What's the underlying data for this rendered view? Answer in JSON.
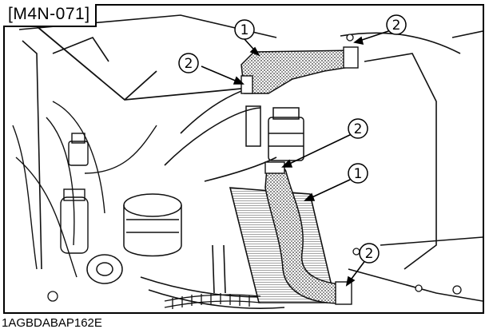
{
  "figure": {
    "label": "[M4N-071]",
    "image_id": "1AGBDABAP162E",
    "callouts": [
      {
        "number": "1",
        "marker": "①"
      },
      {
        "number": "2",
        "marker": "②"
      },
      {
        "number": "2",
        "marker": "②"
      },
      {
        "number": "2",
        "marker": "②"
      },
      {
        "number": "1",
        "marker": "①"
      },
      {
        "number": "2",
        "marker": "②"
      }
    ]
  }
}
